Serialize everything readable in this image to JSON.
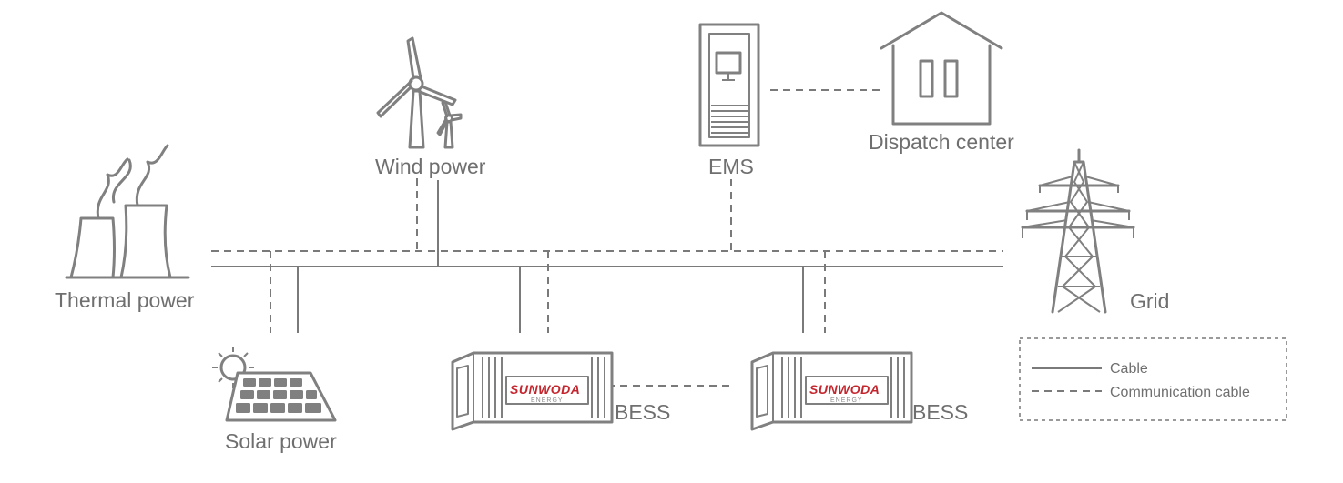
{
  "nodes": {
    "thermal": {
      "label": "Thermal power",
      "icon": "power-plant-icon"
    },
    "wind": {
      "label": "Wind power",
      "icon": "wind-turbine-icon"
    },
    "ems": {
      "label": "EMS",
      "icon": "server-cabinet-icon"
    },
    "dispatch": {
      "label": "Dispatch center",
      "icon": "building-icon"
    },
    "grid": {
      "label": "Grid",
      "icon": "transmission-tower-icon"
    },
    "solar": {
      "label": "Solar power",
      "icon": "solar-panel-icon"
    },
    "bess_left": {
      "label": "BESS",
      "icon": "battery-container-icon"
    },
    "bess_right": {
      "label": "BESS",
      "icon": "battery-container-icon"
    }
  },
  "brand": {
    "name": "SUNWODA",
    "sub": "ENERGY",
    "color": "#c4262e"
  },
  "legend": {
    "cable": "Cable",
    "communication": "Communication cable"
  },
  "colors": {
    "line": "#7a7a7a",
    "icon": "#808080",
    "text": "#6f6f6f"
  }
}
